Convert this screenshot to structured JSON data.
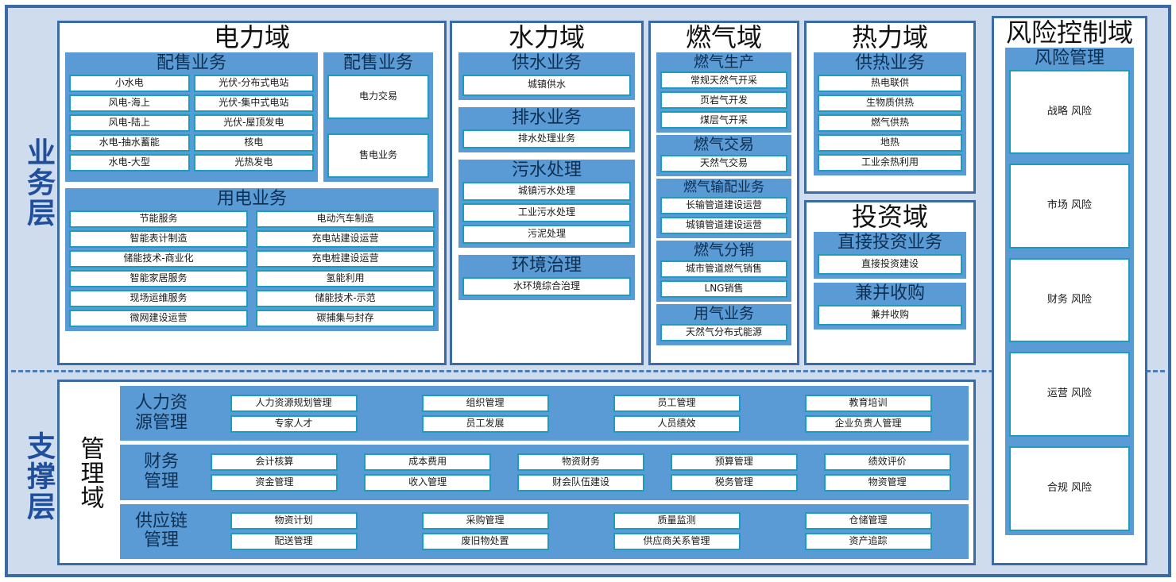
{
  "layers": {
    "business_label": "业务层",
    "support_label": "支撑层"
  },
  "domains": {
    "electric": {
      "title": "电力域",
      "groups": [
        {
          "title": "配售业务",
          "col_left": [
            "小水电",
            "风电-海上",
            "风电-陆上",
            "水电-抽水蓄能",
            "水电-大型"
          ],
          "col_right": [
            "光伏-分布式电站",
            "光伏-集中式电站",
            "光伏-屋顶发电",
            "核电",
            "光热发电"
          ]
        },
        {
          "title": "配售业务",
          "items": [
            "电力交易",
            "售电业务"
          ]
        },
        {
          "title": "用电业务",
          "col_left": [
            "节能服务",
            "智能表计制造",
            "储能技术-商业化",
            "智能家居服务",
            "现场运维服务",
            "微网建设运营"
          ],
          "col_right": [
            "电动汽车制造",
            "充电站建设运营",
            "充电桩建设运营",
            "氢能利用",
            "储能技术-示范",
            "碳捕集与封存"
          ]
        }
      ]
    },
    "water": {
      "title": "水力域",
      "groups": [
        {
          "title": "供水业务",
          "items": [
            "城镇供水"
          ]
        },
        {
          "title": "排水业务",
          "items": [
            "排水处理业务"
          ]
        },
        {
          "title": "污水处理",
          "items": [
            "城镇污水处理",
            "工业污水处理",
            "污泥处理"
          ]
        },
        {
          "title": "环境治理",
          "items": [
            "水环境综合治理"
          ]
        }
      ]
    },
    "gas": {
      "title": "燃气域",
      "groups": [
        {
          "title": "燃气生产",
          "items": [
            "常规天然气开采",
            "页岩气开发",
            "煤层气开采"
          ]
        },
        {
          "title": "燃气交易",
          "items": [
            "天然气交易"
          ]
        },
        {
          "title": "燃气输配业务",
          "items": [
            "长输管道建设运营",
            "城镇管道建设运营"
          ]
        },
        {
          "title": "燃气分销",
          "items": [
            "城市管道燃气销售",
            "LNG销售"
          ]
        },
        {
          "title": "用气业务",
          "items": [
            "天然气分布式能源"
          ]
        }
      ]
    },
    "heat": {
      "title": "热力域",
      "groups": [
        {
          "title": "供热业务",
          "items": [
            "热电联供",
            "生物质供热",
            "燃气供热",
            "地热",
            "工业余热利用"
          ]
        }
      ]
    },
    "invest": {
      "title": "投资域",
      "groups": [
        {
          "title": "直接投资业务",
          "items": [
            "直接投资建设"
          ]
        },
        {
          "title": "兼并收购",
          "items": [
            "兼并收购"
          ]
        }
      ]
    },
    "risk": {
      "title": "风险控制域",
      "group_title": "风险管理",
      "items": [
        "战略\n风险",
        "市场\n风险",
        "财务\n风险",
        "运营\n风险",
        "合规\n风险"
      ]
    },
    "management": {
      "title": "管理域",
      "rows": [
        {
          "name": "人力资\n源管理",
          "columns": [
            [
              "人力资源规划管理",
              "专家人才"
            ],
            [
              "组织管理",
              "员工发展"
            ],
            [
              "员工管理",
              "人员绩效"
            ],
            [
              "教育培训",
              "企业负责人管理"
            ]
          ]
        },
        {
          "name": "财务\n管理",
          "columns": [
            [
              "会计核算",
              "资金管理"
            ],
            [
              "成本费用",
              "收入管理"
            ],
            [
              "物资财务",
              "财会队伍建设"
            ],
            [
              "预算管理",
              "税务管理"
            ],
            [
              "绩效评价",
              "物资管理"
            ]
          ]
        },
        {
          "name": "供应链\n管理",
          "columns": [
            [
              "物资计划",
              "配送管理"
            ],
            [
              "采购管理",
              "废旧物处置"
            ],
            [
              "质量监测",
              "供应商关系管理"
            ],
            [
              "仓储管理",
              "资产追踪"
            ]
          ]
        }
      ]
    }
  },
  "colors": {
    "frame_border": "#3b6ba5",
    "frame_bg": "#cfdcee",
    "group_blue": "#5b9bd5",
    "item_border": "#1b9cc0",
    "layer_label": "#1f4e9c"
  }
}
